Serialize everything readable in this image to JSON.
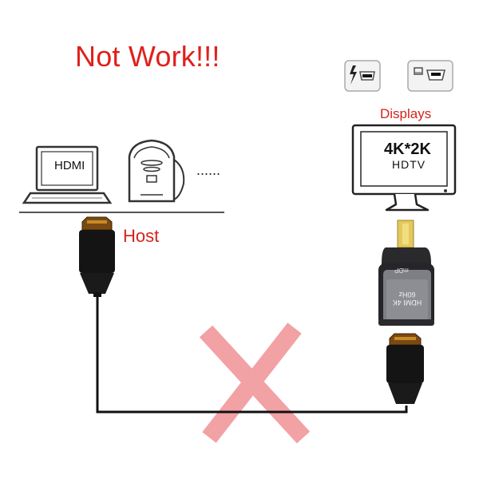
{
  "headline": "Not Work!!!",
  "laptop_screen_text": "HDMI",
  "more_hosts_text": "......",
  "host_label": "Host",
  "displays_label": "Displays",
  "monitor": {
    "resolution_text": "4K*2K",
    "type_text": "HDTV"
  },
  "adapter": {
    "top_label": "mDP",
    "bottom_label": "HDMI 4K 60Hz"
  },
  "colors": {
    "accent_red": "#e0201b",
    "cross_pink": "#ef8a8e",
    "cable_black": "#111111",
    "adapter_grey": "#7d7f84"
  },
  "icons": [
    "thunderbolt-port-icon",
    "minidisplayport-port-icon"
  ]
}
